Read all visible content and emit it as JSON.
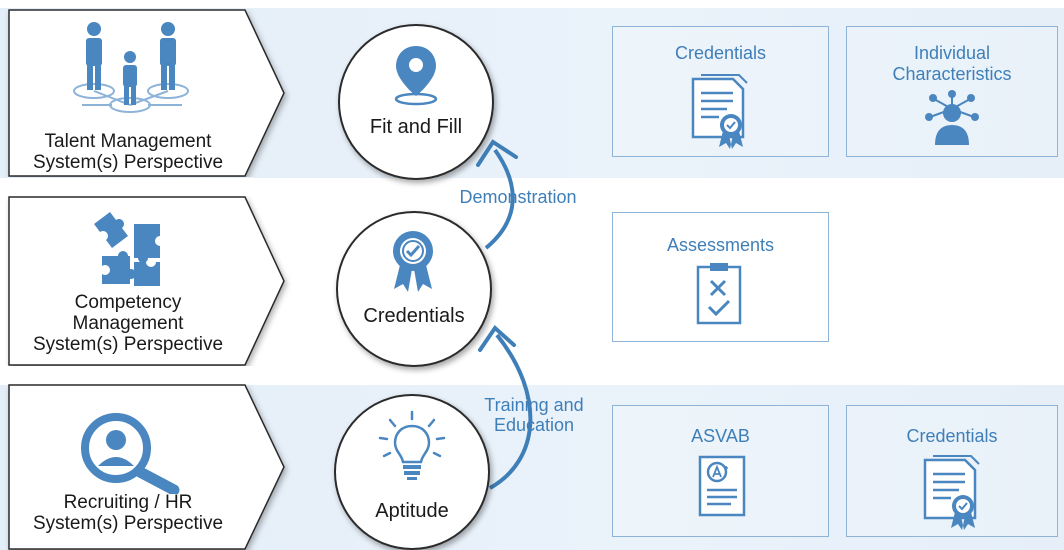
{
  "perspectives": {
    "talent": {
      "label": "Talent Management\nSystem(s) Perspective"
    },
    "competency": {
      "label": "Competency\nManagement\nSystem(s) Perspective"
    },
    "recruiting": {
      "label": "Recruiting / HR\nSystem(s) Perspective"
    }
  },
  "stages": {
    "fit": {
      "label": "Fit and Fill"
    },
    "credentials": {
      "label": "Credentials"
    },
    "aptitude": {
      "label": "Aptitude"
    }
  },
  "flows": {
    "demonstration": "Demonstration",
    "training": "Training and\nEducation"
  },
  "cards": {
    "top_credentials": {
      "title": "Credentials"
    },
    "individual": {
      "title": "Individual\nCharacteristics"
    },
    "assessments": {
      "title": "Assessments"
    },
    "asvab": {
      "title": "ASVAB"
    },
    "bottom_credentials": {
      "title": "Credentials"
    }
  },
  "icons": {
    "people": "people-network-icon",
    "puzzle": "puzzle-icon",
    "magnifier": "magnifier-person-icon",
    "pin": "location-pin-icon",
    "badge": "award-badge-icon",
    "bulb": "lightbulb-icon",
    "document": "certificate-document-icon",
    "person_network": "person-hub-icon",
    "clipboard": "clipboard-checklist-icon",
    "test": "graded-test-icon"
  },
  "colors": {
    "accent": "#3f7fb8",
    "icon": "#4a86bf",
    "band": "#e6eff8"
  }
}
